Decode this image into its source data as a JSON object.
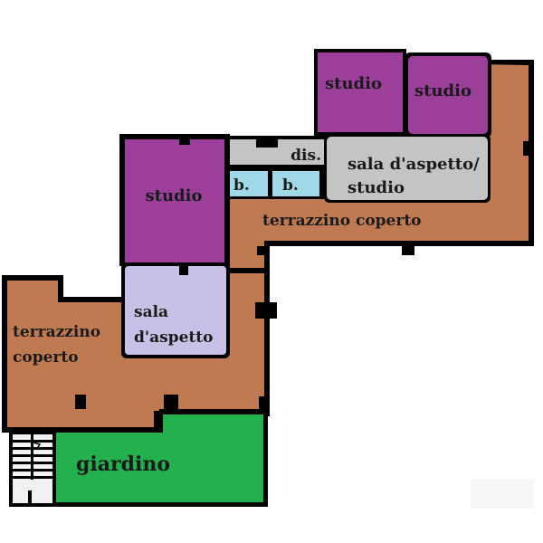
{
  "plan": {
    "colors": {
      "terrace": "#c07a52",
      "studio": "#9b3f9b",
      "waiting_room": "#c8c0e6",
      "corridor_gray": "#c4c4c4",
      "bathroom": "#9fd9e8",
      "garden": "#22b14c",
      "stairs": "#f1f1f1",
      "wall": "#000000",
      "background": "#ffffff"
    },
    "rooms": {
      "studio_top_left": {
        "label": "studio"
      },
      "studio_top_right": {
        "label": "studio"
      },
      "studio_left": {
        "label": "studio"
      },
      "disimpegno": {
        "label": "dis."
      },
      "bagno_1": {
        "label": "b."
      },
      "bagno_2": {
        "label": "b."
      },
      "sala_aspetto_studio": {
        "line1": "sala d'aspetto/",
        "line2": "studio"
      },
      "terrazzino_coperto_top": {
        "label": "terrazzino coperto"
      },
      "sala_aspetto": {
        "line1": "sala",
        "line2": "d'aspetto"
      },
      "terrazzino_coperto_left": {
        "line1": "terrazzino",
        "line2": "coperto"
      },
      "giardino": {
        "label": "giardino"
      },
      "scala": {
        "label": ""
      }
    }
  }
}
